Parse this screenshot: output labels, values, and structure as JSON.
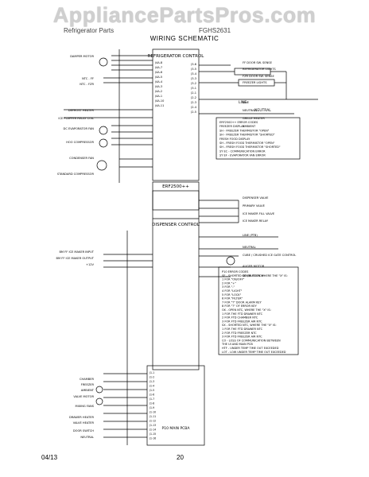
{
  "header": {
    "watermark": "AppliancePartsPros.com",
    "left_text": "Refrigerator Parts",
    "right_text": "FGHS2631",
    "title": "WIRING SCHEMATIC"
  },
  "footer": {
    "date": "04/13",
    "page": "20"
  },
  "blocks": {
    "refrigerator_control": "REFRIGERATOR CONTROL",
    "erf": "ERF2500++",
    "dispenser_control": "DISPENSER CONTROL",
    "pcb_main": "P10 MAIN PCBA",
    "line": "LINE",
    "neutral": "NEUTRAL"
  },
  "left_labels": [
    "DAMPER MOTOR",
    "NTC - FF",
    "NTC - FZR",
    "DEFROST HEATER",
    "ICE FLAPPER RELAY COIL",
    "DC EVAPORATOR FAN",
    "HOO COMPRESSOR",
    "CONDENSER FAN",
    "STANDARD COMPRESSOR",
    "BM FF ICE MAKER INPUT",
    "BM FF ICE MAKER OUTPUT",
    "+12V",
    "CHAMBER",
    "FREEZER",
    "AMBIENT",
    "VALVE MOTOR",
    "MIXING FANS",
    "DRAWER HEATER",
    "VALVE HEATER",
    "DOOR SWITCH",
    "NEUTRAL"
  ],
  "right_labels": [
    "FF DOOR SW. SENSE",
    "REFRIGERATOR LIGHTS",
    "FZR DOOR SW. SENSE",
    "FREEZER LIGHTS",
    "NEUTRAL",
    "LINE",
    "GRILLE HEATER",
    "AMBIENT",
    "DISPENSER VALVE",
    "PRIMARY VALVE",
    "ICE MAKER FILL VALVE",
    "ICE MAKER RELAY",
    "LINE (PTB)",
    "NEUTRAL",
    "CUBE / CRUSHED ICE GATE CONTROL",
    "AUGER MOTOR",
    "DOOR SWITCH"
  ],
  "error_codes": [
    "ERF2500++ ERROR CODES",
    "FREEZER DISPLAY",
    "SH - FREEZER THERMISTOR \"OPEN\"",
    "SH - FREEZER THERMISTOR \"SHORTED\"",
    "FRESH FOOD DISPLAY",
    "SH - FRESH FOOD THERMISTOR \"OPEN\"",
    "SH - FRESH FOOD THERMISTOR \"SHORTED\"",
    "SY EC - COMMUNICATION ERROR",
    "SY EF - EVAPORATOR FAN ERROR"
  ],
  "p10_codes": [
    "P10 ERROR CODES",
    "SE - SHORTED KEY/BUTTON WHERE THE \"X\" IS:",
    "1 FOR \"ON/OFF\"",
    "2 FOR \"+\"",
    "3 FOR \"-\"",
    "4 FOR \"LIGHT\"",
    "5 FOR \"LOCK\"",
    "6 FOR \"FILTER\"",
    "7 FOR \"?\" DOOR ALARM KEY",
    "8 FOR \"?\" OF ERROR KEY",
    "OX - OPEN NTC, WHERE THE \"X\" IS:",
    "1 FOR THE FTD DRAWER NTC",
    "2 FOR FTD CHAMBER NTC",
    "3 FOR FTD FREEZER AIR NTC",
    "SX - SHORTED NTC, WHERE THE \"X\" IS:",
    "1 FOR THE FTD DRAWER NTC",
    "2 FOR FTD FREEZER NTC",
    "3 FOR FTD FREEZER AIR NTC",
    "CO - LOSS OF COMMUNICATION BETWEEN",
    "THE UI AND MAIN PCB",
    "HTF - UNDER TEMP TIME OUT EXCEEDED",
    "LOT - LOW UNDER TEMP TIME OUT EXCEEDED"
  ],
  "pins": {
    "rc_left": [
      "J4A-8",
      "J4A-7",
      "J4A-6",
      "J4A-5",
      "J4A-4",
      "J4A-3",
      "J4A-2",
      "J4A-1",
      "J4A-10",
      "J4A-11"
    ],
    "rc_right": [
      "J3-6",
      "J3-5",
      "J3-4",
      "J3-3",
      "J3-2",
      "J3-1",
      "J2-1",
      "J2-2",
      "J2-3",
      "J2-4",
      "J2-5"
    ],
    "pcb_left": [
      "J1-1",
      "J1-2",
      "J1-3",
      "J1-4",
      "J1-5",
      "J1-6",
      "J1-7",
      "J1-8",
      "J1-9",
      "J1-10",
      "J1-11",
      "J1-12",
      "J1-13",
      "J1-14",
      "J1-15",
      "J1-16"
    ]
  }
}
